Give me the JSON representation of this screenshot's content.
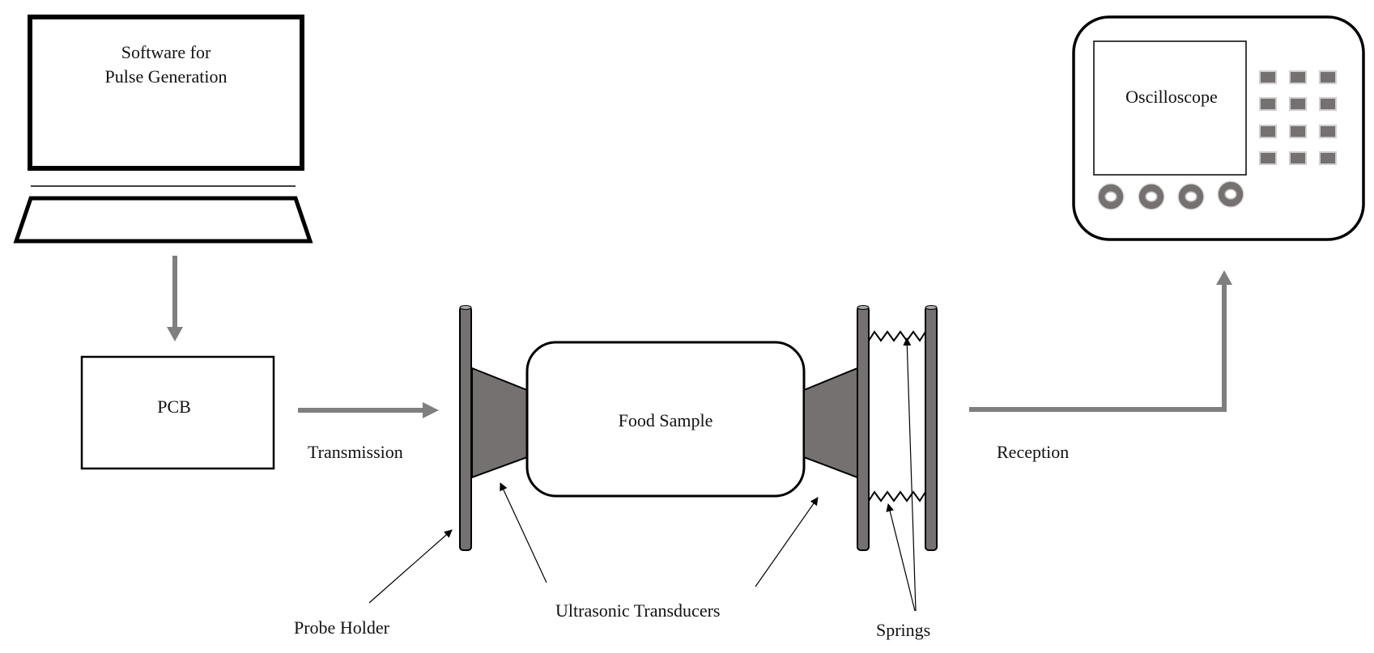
{
  "diagram": {
    "laptop": {
      "screen_text": [
        "Software for",
        "Pulse Generation"
      ]
    },
    "pcb": {
      "label": "PCB"
    },
    "food_sample": {
      "label": "Food Sample"
    },
    "oscilloscope": {
      "label": "Oscilloscope",
      "button_rows": 4,
      "button_cols": 3,
      "knob_count": 4
    },
    "labels": {
      "transmission": "Transmission",
      "reception": "Reception",
      "probe_holder": "Probe Holder",
      "ultrasonic_transducers": "Ultrasonic Transducers",
      "springs": "Springs"
    },
    "colors": {
      "flow_arrow": "#7f7f7f",
      "component_fill": "#757171",
      "outline": "#000000",
      "button_border": "#d0cece"
    }
  }
}
